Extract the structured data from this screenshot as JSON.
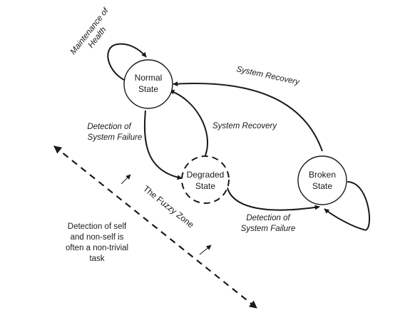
{
  "states": {
    "normal": {
      "line1": "Normal",
      "line2": "State"
    },
    "degraded": {
      "line1": "Degraded",
      "line2": "State"
    },
    "broken": {
      "line1": "Broken",
      "line2": "State"
    }
  },
  "labels": {
    "maintenance": {
      "line1": "Maintenance of",
      "line2": "Health"
    },
    "detection_left": {
      "line1": "Detection of",
      "line2": "System Failure"
    },
    "system_recovery_top": "System Recovery",
    "system_recovery_mid": "System Recovery",
    "detection_bottom": {
      "line1": "Detection of",
      "line2": "System Failure"
    },
    "fuzzy_zone": "The Fuzzy Zone"
  },
  "note": {
    "line1": "Detection of self",
    "line2": "and non-self is",
    "line3": "often a non-trivial",
    "line4": "task"
  }
}
